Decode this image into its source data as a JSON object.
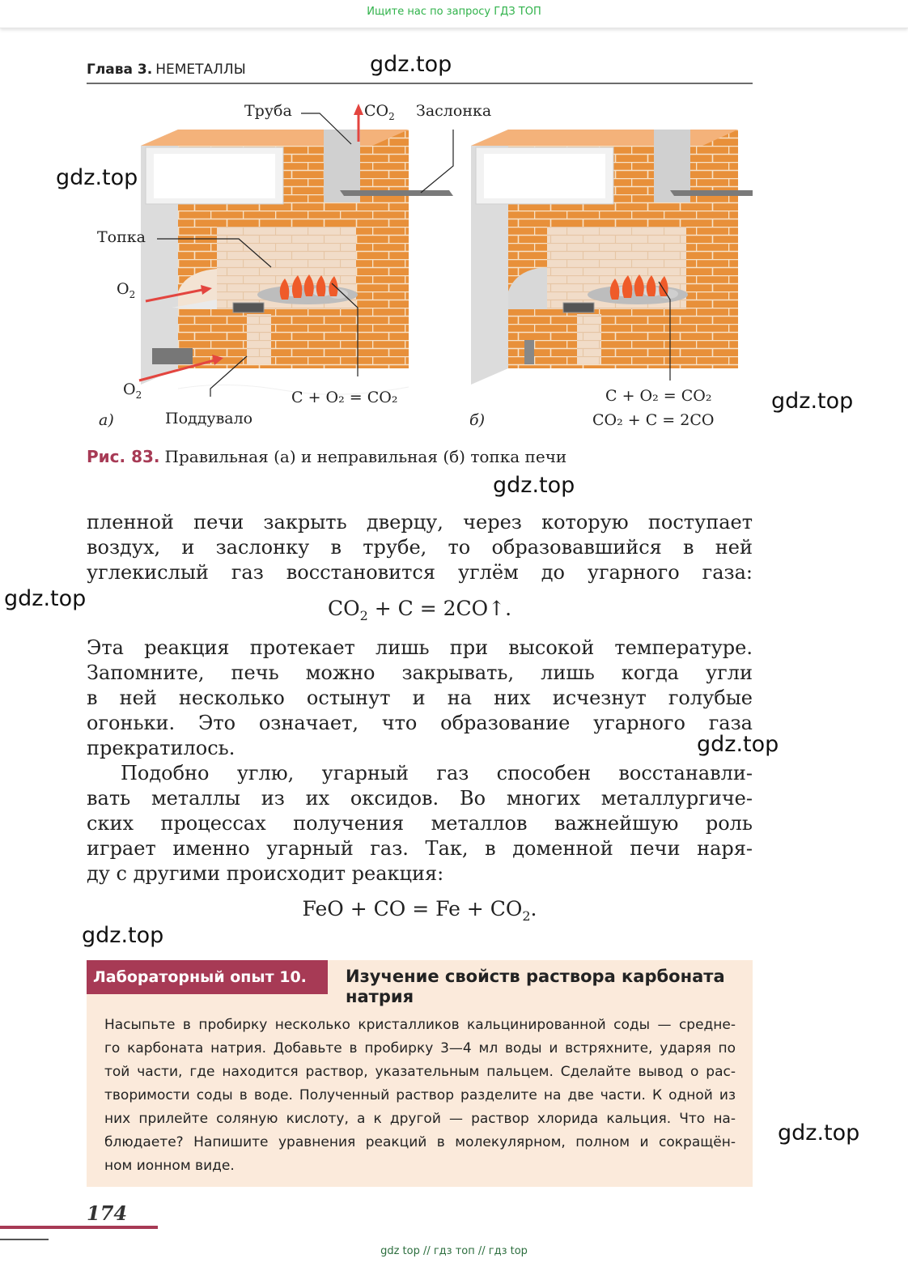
{
  "top_banner": "Ищите нас по запросу ГДЗ ТОП",
  "watermark": "gdz.top",
  "header": {
    "chapter": "Глава 3.",
    "title": "НЕМЕТАЛЛЫ"
  },
  "figure": {
    "labels": {
      "pipe": "Труба",
      "damper": "Заслонка",
      "firebox": "Топка",
      "blower": "Поддувало",
      "panel_a": "а)",
      "panel_b": "б)"
    },
    "gas_out_formula": [
      "CO",
      "2"
    ],
    "o2_top": [
      "O",
      "2"
    ],
    "o2_bottom": [
      "O",
      "2"
    ],
    "reaction_a": "C + O₂ = CO₂",
    "reaction_b1": "C + O₂ = CO₂",
    "reaction_b2": "CO₂ + C = 2CO",
    "colors": {
      "brick": "#e8903a",
      "mortar": "#f6e2c8",
      "wall": "#e4e4e4",
      "arrow": "#e3453f"
    }
  },
  "caption": {
    "label": "Рис. 83.",
    "text": "Правильная (а) и неправильная (б) топка печи"
  },
  "para1": [
    "пленной печи закрыть дверцу, через которую поступает",
    "воздух, и заслонку в трубе, то образовавшийся в ней",
    "углекислый газ восстановится углём до угарного газа:"
  ],
  "eq1": {
    "left": "CO",
    "sub": "2",
    "right": " + C = 2CO↑."
  },
  "para2": [
    "Эта реакция протекает лишь при высокой температуре.",
    "Запомните, печь можно закрывать, лишь когда угли",
    "в ней несколько остынут и на них исчезнут голубые",
    "огоньки. Это означает, что образование угарного газа",
    "прекратилось."
  ],
  "para3": [
    "Подобно углю, угарный газ способен восстанавли-",
    "вать металлы из их оксидов. Во многих металлургиче-",
    "ских процессах получения металлов важнейшую роль",
    "играет именно угарный газ. Так, в доменной печи наря-",
    "ду с другими происходит реакция:"
  ],
  "eq2": {
    "left": "FeO + CO = Fe + CO",
    "sub": "2",
    "right": "."
  },
  "lab": {
    "badge": "Лабораторный опыт 10.",
    "title": "Изучение свойств раствора карбоната натрия",
    "lines": [
      "Насыпьте в пробирку несколько кристалликов кальцинированной соды — средне-",
      "го карбоната натрия. Добавьте в пробирку 3—4 мл воды и встряхните, ударяя по",
      "той части, где находится раствор, указательным пальцем. Сделайте вывод о рас-",
      "творимости соды в воде. Полученный раствор разделите на две части. К одной из",
      "них прилейте соляную кислоту, а к другой — раствор хлорида кальция. Что на-",
      "блюдаете? Напишите уравнения реакций в молекулярном, полном и сокращён-",
      "ном ионном виде."
    ]
  },
  "page_number": "174",
  "footer": "gdz top  //  гдз топ  //  гдз top"
}
